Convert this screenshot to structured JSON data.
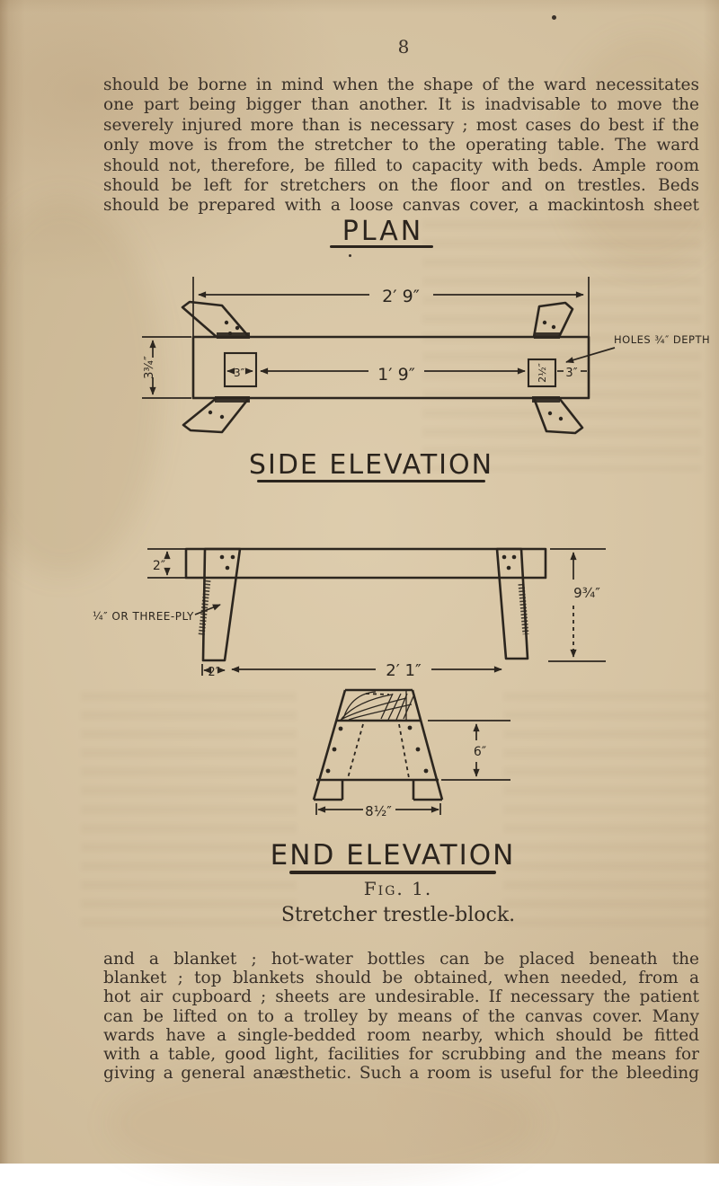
{
  "page": {
    "number": "8"
  },
  "paragraph_top": {
    "lines": [
      "should be borne in mind when the shape of the ward necessitates",
      "one part being bigger than another.  It is inadvisable to move the",
      "severely injured more than is necessary ;  most cases do best if the",
      "only move is from the stretcher to the operating table.  The ward",
      "should not, therefore, be filled to capacity with beds.  Ample room",
      "should be left for stretchers on the floor and on trestles.  Beds",
      "should be prepared with a loose canvas cover, a mackintosh sheet"
    ]
  },
  "figure": {
    "plan": {
      "heading": "PLAN",
      "dim_overall": "2′ 9″",
      "dim_bar_width": "3¾″",
      "hole_left_size": "3″",
      "dim_between_holes": "1′ 9″",
      "hole_right_size": "2½″",
      "hole_to_end": "3″",
      "holes_note": "HOLES ¾″ DEPTH"
    },
    "side": {
      "heading": "SIDE ELEVATION",
      "plank_thickness": "2″",
      "height": "9¾″",
      "ply_note": "¼″ OR THREE-PLY",
      "foot_width": "2″",
      "between_feet": "2′ 1″"
    },
    "end": {
      "heading": "END ELEVATION",
      "depth": "6″",
      "base_width": "8½″"
    },
    "fig_label": "Fig. 1.",
    "caption": "Stretcher trestle-block."
  },
  "paragraph_bottom": {
    "lines": [
      "and a blanket ;  hot-water bottles can be placed beneath the",
      "blanket ;  top blankets should be obtained, when needed, from a",
      "hot air cupboard ;  sheets are undesirable.  If necessary the patient",
      "can be lifted on to a trolley by means of the canvas cover.  Many",
      "wards have a single-bedded room nearby, which should be fitted",
      "with a table, good light, facilities for scrubbing and the means for",
      "giving a general anæsthetic.  Such a room is useful for the bleeding"
    ]
  }
}
